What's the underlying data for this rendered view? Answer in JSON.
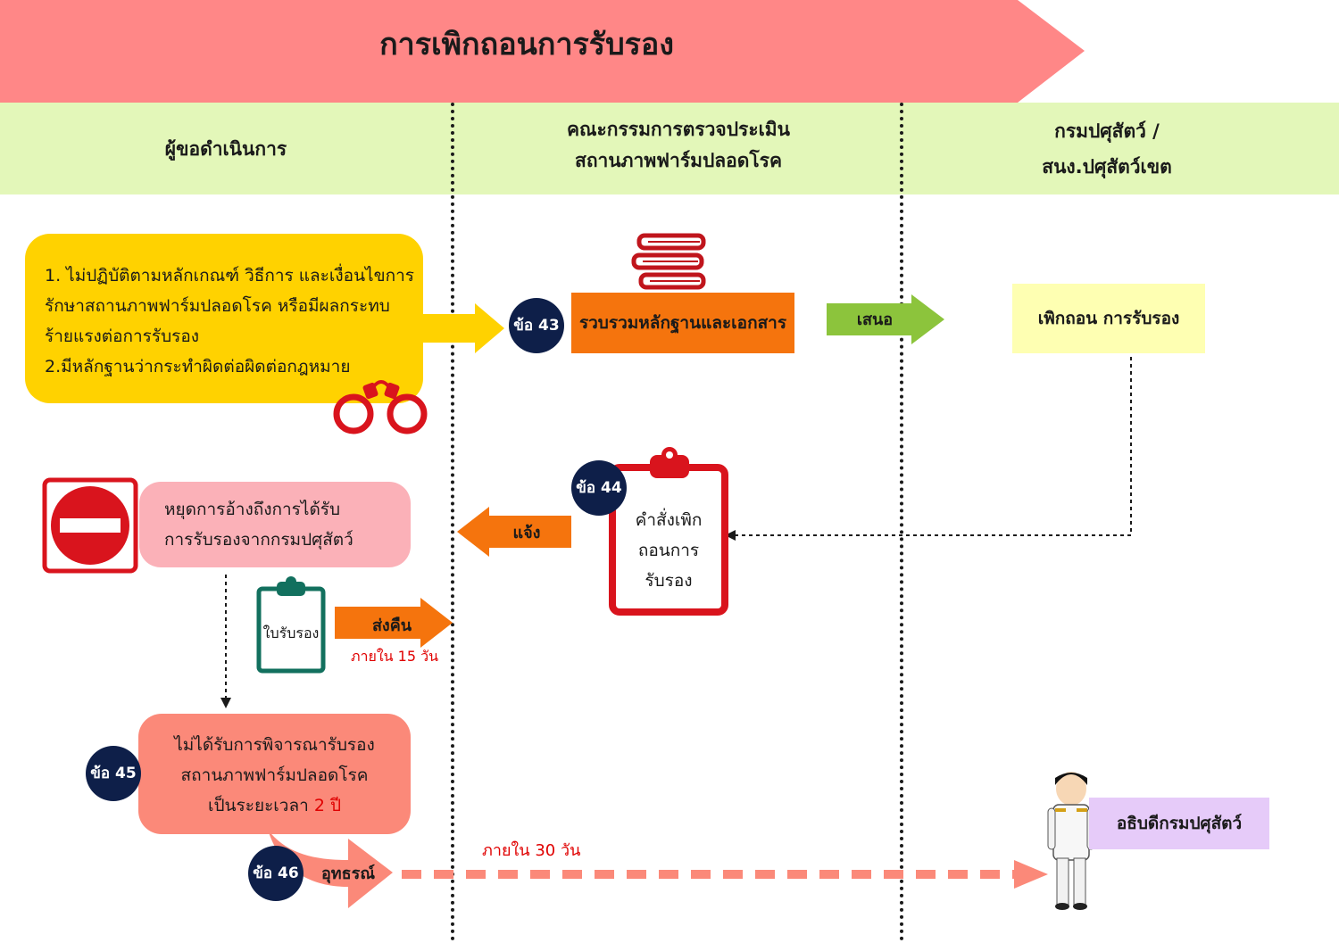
{
  "title": "การเพิกถอนการรับรอง",
  "lanes": {
    "applicant": "ผู้ขอดำเนินการ",
    "committee_line1": "คณะกรรมการตรวจประเมิน",
    "committee_line2": "สถานภาพฟาร์มปลอดโรค",
    "department_line1": "กรมปศุสัตว์ /",
    "department_line2": "สนง.ปศุสัตว์เขต"
  },
  "reasons": {
    "line1": "1. ไม่ปฏิบัติตามหลักเกณฑ์ วิธีการ และเงื่อนไขการ",
    "line2": "รักษาสถานภาพฟาร์มปลอดโรค หรือมีผลกระทบ",
    "line3": "ร้ายแรงต่อการรับรอง",
    "line4": "2.มีหลักฐานว่ากระทำผิดต่อผิดต่อกฎหมาย"
  },
  "badges": {
    "b43": "ข้อ 43",
    "b44": "ข้อ 44",
    "b45": "ข้อ 45",
    "b46": "ข้อ 46"
  },
  "collect_evidence": "รวบรวมหลักฐานและเอกสาร",
  "propose_label": "เสนอ",
  "revoke_box": "เพิกถอน การรับรอง",
  "order": {
    "line1": "คำสั่งเพิก",
    "line2": "ถอนการ",
    "line3": "รับรอง"
  },
  "notify_label": "แจ้ง",
  "stop": {
    "line1": "หยุดการอ้างถึงการได้รับ",
    "line2": "การรับรองจากกรมปศุสัตว์"
  },
  "certificate_label": "ใบรับรอง",
  "return_label": "ส่งคืน",
  "return_deadline": "ภายใน 15 วัน",
  "not_considered": {
    "line1": "ไม่ได้รับการพิจารณารับรอง",
    "line2": "สถานภาพฟาร์มปลอดโรค",
    "line3_prefix": "เป็นระยะเวลา",
    "line3_value": "2 ปี"
  },
  "appeal_label": "อุทธรณ์",
  "appeal_deadline": "ภายใน 30 วัน",
  "director_general": "อธิบดีกรมปศุสัตว์",
  "colors": {
    "banner": "#ff8787",
    "lane_bar": "#e3f7b9",
    "yellow": "#ffd200",
    "orange": "#f5740d",
    "navy": "#0e1f49",
    "red": "#d9141d",
    "green_arrow": "#8cc43c",
    "salmon": "#fb8979",
    "purple": "#e6cbf9"
  },
  "icons": [
    "books-icon",
    "handcuffs-icon",
    "no-entry-icon",
    "clipboard-icon",
    "certificate-clipboard-icon",
    "official-person-icon"
  ]
}
